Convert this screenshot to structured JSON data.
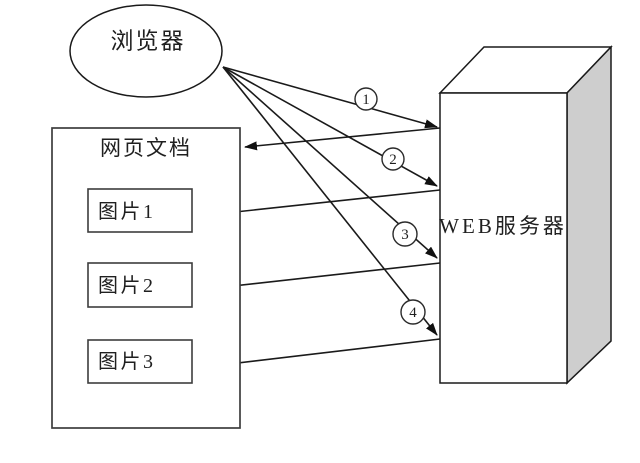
{
  "diagram": {
    "browser": {
      "label": "浏览器"
    },
    "web_document": {
      "label": "网页文档",
      "images": [
        {
          "label": "图片1"
        },
        {
          "label": "图片2"
        },
        {
          "label": "图片3"
        }
      ]
    },
    "server": {
      "label": "WEB服务器"
    },
    "steps": [
      {
        "num": "1"
      },
      {
        "num": "2"
      },
      {
        "num": "3"
      },
      {
        "num": "4"
      }
    ],
    "colors": {
      "line": "#1a1a1a",
      "box_border": "#3d3d3d",
      "server_side_fill": "#cecece",
      "background": "#ffffff",
      "text": "#1f1f1f"
    }
  }
}
